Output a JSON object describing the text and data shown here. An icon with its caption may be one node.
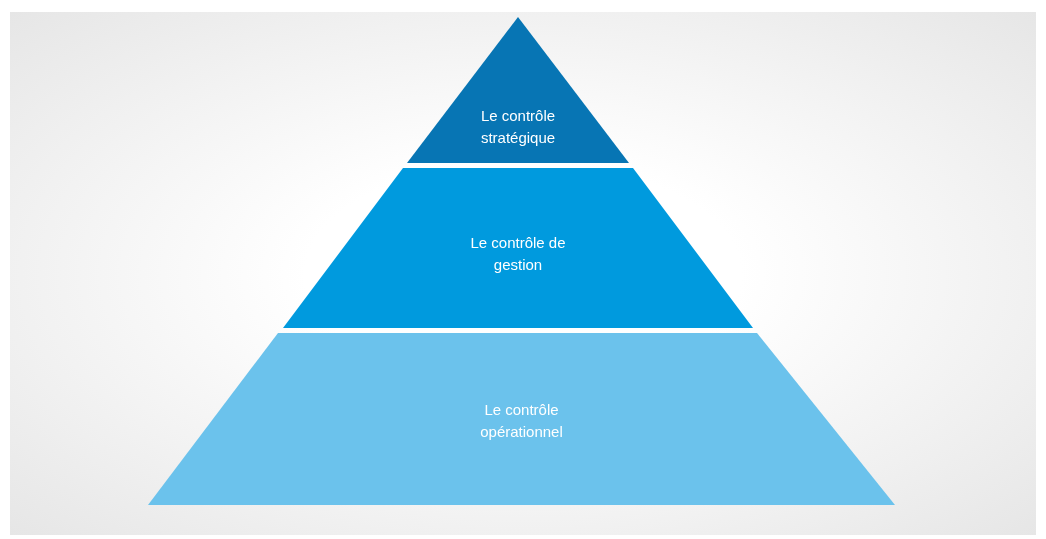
{
  "diagram": {
    "nodes": [
      {
        "text": [
          "Le contrôle stratégique"
        ]
      },
      {
        "text": [
          "Le contrôle de gestion"
        ]
      },
      {
        "text": [
          "Le contrôle opérationnel"
        ]
      }
    ]
  }
}
